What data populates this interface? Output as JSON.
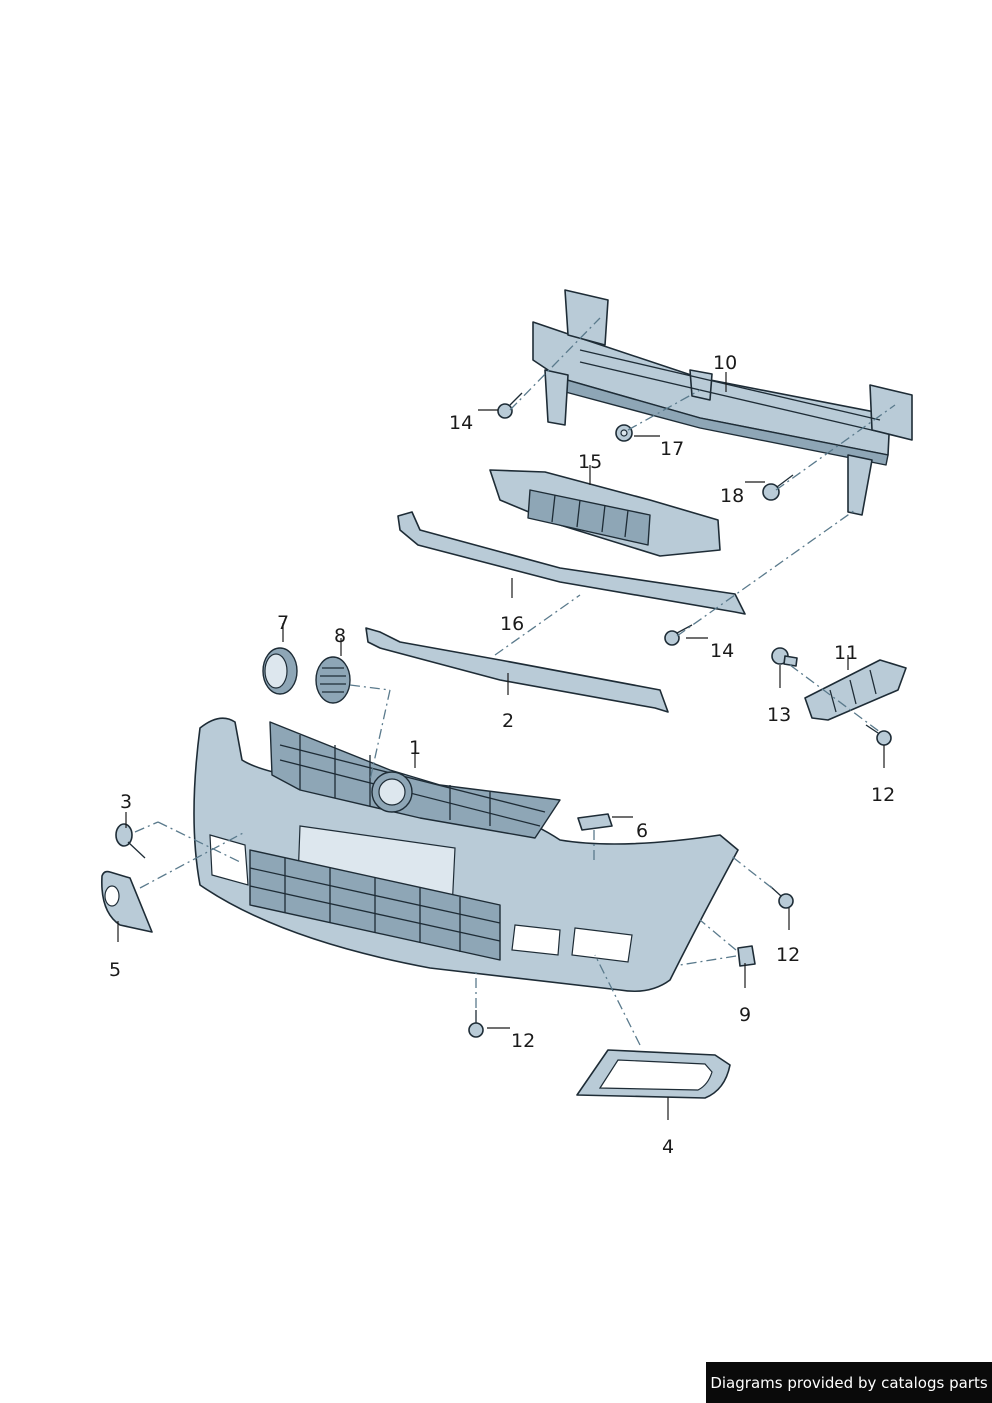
{
  "callouts": [
    {
      "id": "c1",
      "text": "1"
    },
    {
      "id": "c2",
      "text": "2"
    },
    {
      "id": "c3",
      "text": "3"
    },
    {
      "id": "c4",
      "text": "4"
    },
    {
      "id": "c5",
      "text": "5"
    },
    {
      "id": "c6",
      "text": "6"
    },
    {
      "id": "c7",
      "text": "7"
    },
    {
      "id": "c8",
      "text": "8"
    },
    {
      "id": "c9",
      "text": "9"
    },
    {
      "id": "c10",
      "text": "10"
    },
    {
      "id": "c11",
      "text": "11"
    },
    {
      "id": "c12a",
      "text": "12"
    },
    {
      "id": "c12b",
      "text": "12"
    },
    {
      "id": "c12c",
      "text": "12"
    },
    {
      "id": "c13",
      "text": "13"
    },
    {
      "id": "c14a",
      "text": "14"
    },
    {
      "id": "c14b",
      "text": "14"
    },
    {
      "id": "c15",
      "text": "15"
    },
    {
      "id": "c16",
      "text": "16"
    },
    {
      "id": "c17",
      "text": "17"
    },
    {
      "id": "c18",
      "text": "18"
    }
  ],
  "footer": {
    "text": "Diagrams provided by catalogs parts"
  },
  "colors": {
    "part_fill": "#b9cbd7",
    "outline": "#1e2c36",
    "footer_bg": "#0a0a0a"
  }
}
